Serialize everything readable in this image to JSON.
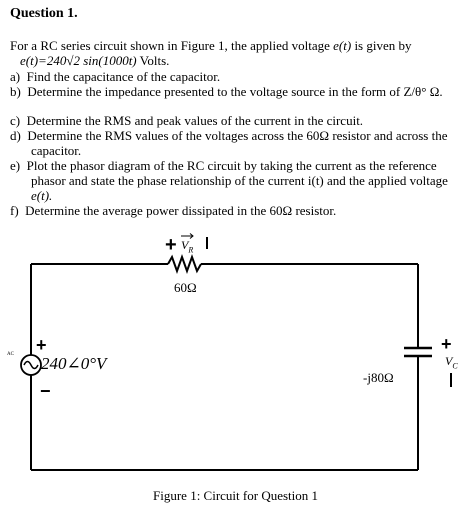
{
  "question": {
    "title": "Question 1.",
    "intro_1": "For a RC series circuit shown in Figure 1, the applied voltage ",
    "intro_var": "e(t)",
    "intro_2": " is given by",
    "eq_part1": "e(t)=240√2 sin(1000t)",
    "eq_part2": " Volts.",
    "items": [
      {
        "letter": "a)",
        "text": "Find the capacitance of the capacitor."
      },
      {
        "letter": "b)",
        "text": "Determine the impedance presented to the voltage source in the form of Z/θ° Ω."
      },
      {
        "letter": "c)",
        "text": "Determine the RMS and peak values of the current in the circuit."
      },
      {
        "letter": "d)",
        "text": "Determine the RMS values of the voltages across the 60Ω resistor and across the"
      },
      {
        "letter": "",
        "text": "capacitor."
      },
      {
        "letter": "e)",
        "text": "Plot the phasor diagram of the RC circuit by taking the current as the reference"
      },
      {
        "letter": "",
        "text": "phasor and state the phase relationship of the current i(t) and the applied voltage"
      },
      {
        "letter": "",
        "text": "e(t)."
      },
      {
        "letter": "f)",
        "text": "Determine the average power dissipated in the 60Ω resistor."
      }
    ]
  },
  "circuit": {
    "resistor_label": "60Ω",
    "capacitor_label": "-j80Ω",
    "source_label": "240∠0°V",
    "vr_label": "V",
    "vr_sub": "R",
    "vc_label": "V",
    "vc_sub": "C",
    "plus": "+",
    "minus": "−",
    "source_tag": "AC"
  },
  "figure_caption": "Figure 1: Circuit for Question 1"
}
